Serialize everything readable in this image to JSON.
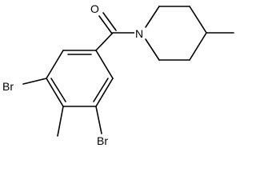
{
  "molecule": {
    "atoms": {
      "oxygen": "O",
      "nitrogen": "N",
      "bromine_left": "Br",
      "bromine_right": "Br"
    },
    "colors": {
      "bond": "#000000",
      "label": "#000000",
      "background": "#ffffff"
    }
  }
}
